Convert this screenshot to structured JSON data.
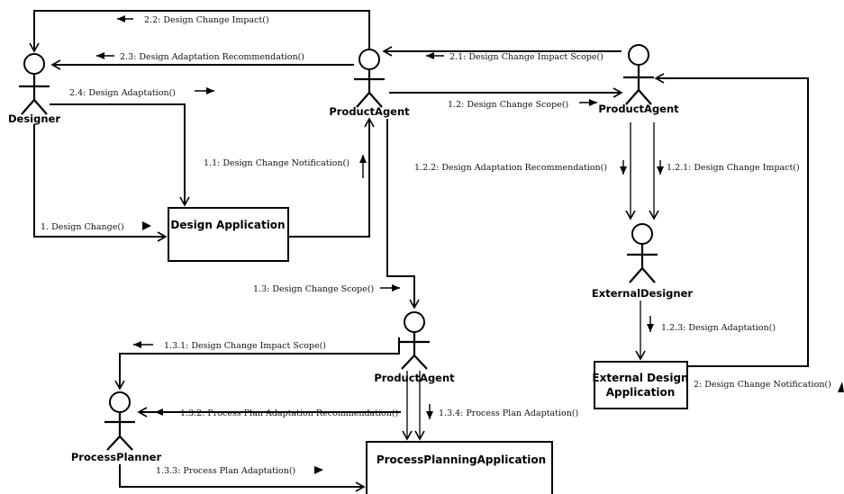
{
  "actors": {
    "designer": "Designer",
    "product_agent_1": "ProductAgent",
    "product_agent_2": "ProductAgent",
    "product_agent_3": "ProductAgent",
    "external_designer": "ExternalDesigner",
    "process_planner": "ProcessPlanner"
  },
  "boxes": {
    "design_application": "Design Application",
    "external_design_application_line1": "External Design",
    "external_design_application_line2": "Application",
    "process_planning_application": "ProcessPlanningApplication"
  },
  "messages": {
    "m1": "1. Design Change()",
    "m1_1": "1.1: Design Change Notification()",
    "m1_2": "1.2: Design Change Scope()",
    "m1_2_1": "1.2.1: Design Change Impact()",
    "m1_2_2": "1.2.2: Design Adaptation Recommendation()",
    "m1_2_3": "1.2.3: Design Adaptation()",
    "m1_3": "1.3: Design Change Scope()",
    "m1_3_1": "1.3.1: Design Change Impact Scope()",
    "m1_3_2": "1.3.2: Process Plan Adaptation Recommendation()",
    "m1_3_3": "1.3.3: Process Plan Adaptation()",
    "m1_3_4": "1.3.4: Process Plan Adaptation()",
    "m2": "2: Design Change Notification()",
    "m2_1": "2.1: Design Change Impact Scope()",
    "m2_2": "2.2: Design Change Impact()",
    "m2_3": "2.3: Design Adaptation Recommendation()",
    "m2_4": "2.4: Design Adaptation()"
  }
}
